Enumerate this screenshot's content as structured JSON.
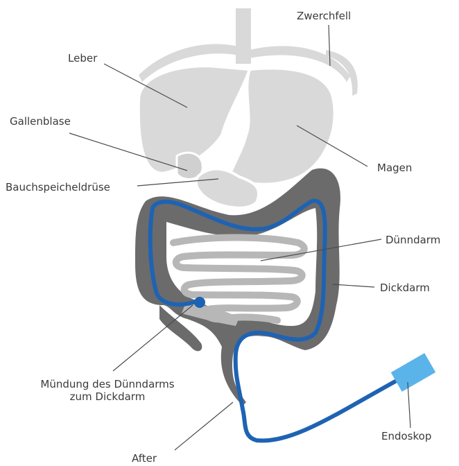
{
  "labels": {
    "zwerchfell": "Zwerchfell",
    "leber": "Leber",
    "gallenblase": "Gallenblase",
    "bauchspeicheldruese": "Bauchspeicheldrüse",
    "magen": "Magen",
    "duenndarm": "Dünndarm",
    "dickdarm": "Dickdarm",
    "muendung_line1": "Mündung des Dünndarms",
    "muendung_line2": "zum Dickdarm",
    "after": "After",
    "endoskop": "Endoskop"
  },
  "colors": {
    "organ_light": "#d9d9d9",
    "organ_mid": "#b7b7b7",
    "colon": "#6b6b6b",
    "endoscope_tube": "#1e63b3",
    "endoscope_head": "#5ab4ea",
    "leader_line": "#4a4a4a",
    "text": "#3a3a3a"
  }
}
